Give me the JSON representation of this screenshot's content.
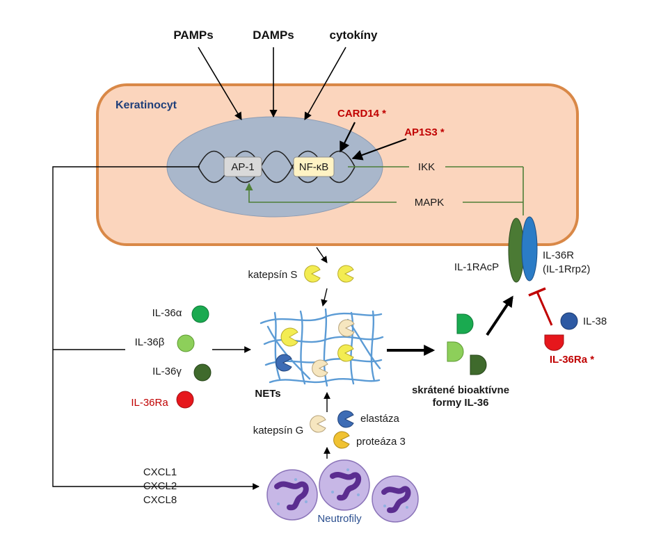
{
  "inputs": {
    "pamps": "PAMPs",
    "damps": "DAMPs",
    "cytokines": "cytokíny"
  },
  "cell": {
    "label": "Keratinocyt"
  },
  "genes": {
    "card14": "CARD14 *",
    "ap1s3": "AP1S3 *"
  },
  "nucleus": {
    "ap1": "AP-1",
    "nfkb": "NF-κB"
  },
  "signaling": {
    "ikk": "IKK",
    "mapk": "MAPK"
  },
  "receptor": {
    "il1racp": "IL-1RAcP",
    "il36r_line1": "IL-36R",
    "il36r_line2": "(IL-1Rrp2)"
  },
  "proteases": {
    "cathepsin_s": "katepsín S",
    "cathepsin_g": "katepsín G",
    "elastase": "elastáza",
    "protease3": "proteáza 3"
  },
  "cytokines": {
    "il36a": "IL-36α",
    "il36b": "IL-36β",
    "il36g": "IL-36γ",
    "il36ra": "IL-36Ra"
  },
  "nets": {
    "label": "NETs"
  },
  "bioactive": {
    "line1": "skrátené bioaktívne",
    "line2": "formy IL-36"
  },
  "antagonists": {
    "il38": "IL-38",
    "il36ra": "IL-36Ra *"
  },
  "chemokines": {
    "cxcl1": "CXCL1",
    "cxcl2": "CXCL2",
    "cxcl8": "CXCL8"
  },
  "neutrophils": {
    "label": "Neutrofily"
  },
  "colors": {
    "cell_fill": "#fbd5bd",
    "cell_border": "#d98847",
    "nucleus_fill": "#a9b7cb",
    "signal_line": "#4e7f37",
    "mutation_red": "#c00000",
    "il36a": "#1aaa50",
    "il36b": "#8dcf5a",
    "il36g": "#3f6a2c",
    "il36ra": "#e6171c",
    "il38": "#2e5aa3",
    "cathepsin": "#f3ec52",
    "cathepsin_g": "#f6e6bf",
    "elastase": "#3d6cb5",
    "net_fibers": "#5b9bd5",
    "neutrophil": "#c7b7e6",
    "neutrophil_nucleus": "#5b2d90"
  }
}
